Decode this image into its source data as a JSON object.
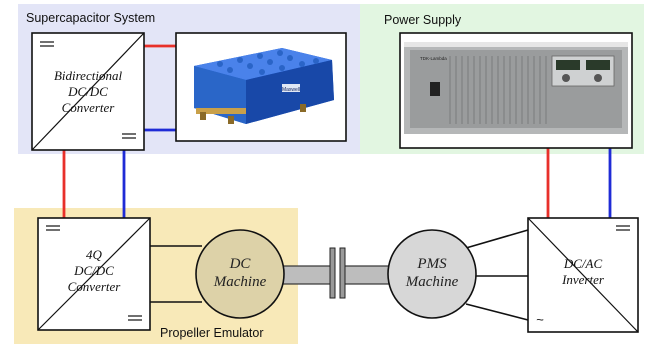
{
  "regions": {
    "supercap_system": {
      "label": "Supercapacitor System",
      "fill": "#e3e5f7"
    },
    "power_supply": {
      "label": "Power Supply",
      "fill": "#e2f6e1"
    },
    "propeller_emulator": {
      "label": "Propeller Emulator",
      "fill": "#f8e9b8"
    }
  },
  "blocks": {
    "bidirectional_converter": {
      "lines": [
        "Bidirectional",
        "DC/DC",
        "Converter"
      ]
    },
    "four_q_converter": {
      "lines": [
        "4Q",
        "DC/DC",
        "Converter"
      ]
    },
    "dc_machine": {
      "lines": [
        "DC",
        "Machine"
      ],
      "fill": "#ddd2a8"
    },
    "pms_machine": {
      "lines": [
        "PMS",
        "Machine"
      ],
      "fill": "#d7d7d7"
    },
    "dc_ac_inverter": {
      "lines": [
        "DC/AC",
        "Inverter"
      ],
      "tilde": "~"
    }
  },
  "photos": {
    "supercapacitor_module": {
      "brand": "Maxwell"
    },
    "power_supply_unit": {
      "brand": "TDK-Lambda"
    }
  },
  "colors": {
    "positive_line": "#e8302a",
    "negative_line": "#1f2bd6",
    "block_stroke": "#111111"
  }
}
